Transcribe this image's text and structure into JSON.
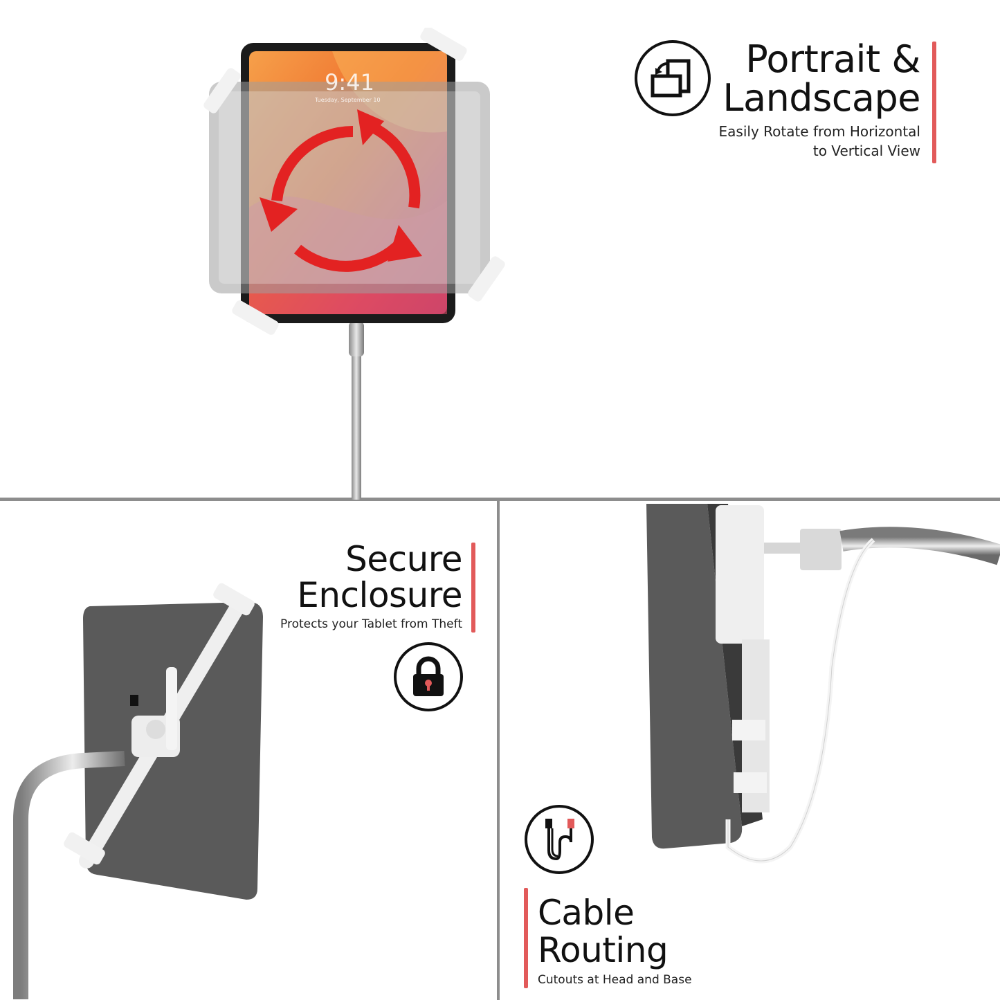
{
  "features": [
    {
      "title_line1": "Portrait &",
      "title_line2": "Landscape",
      "subtitle_line1": "Easily Rotate from Horizontal",
      "subtitle_line2": "to Vertical View",
      "icon": "rotate-screens-icon"
    },
    {
      "title_line1": "Secure",
      "title_line2": "Enclosure",
      "subtitle_line1": "Protects your Tablet from Theft",
      "icon": "padlock-icon"
    },
    {
      "title_line1": "Cable",
      "title_line2": "Routing",
      "subtitle_line1": "Cutouts at Head and Base",
      "icon": "usb-cable-icon"
    }
  ],
  "tablet_screen": {
    "time": "9:41",
    "date": "Tuesday, September 10"
  },
  "colors": {
    "accent_red": "#e25a5a",
    "divider_gray": "#8d8d8d",
    "tablet_gray": "#5a5a5a"
  }
}
